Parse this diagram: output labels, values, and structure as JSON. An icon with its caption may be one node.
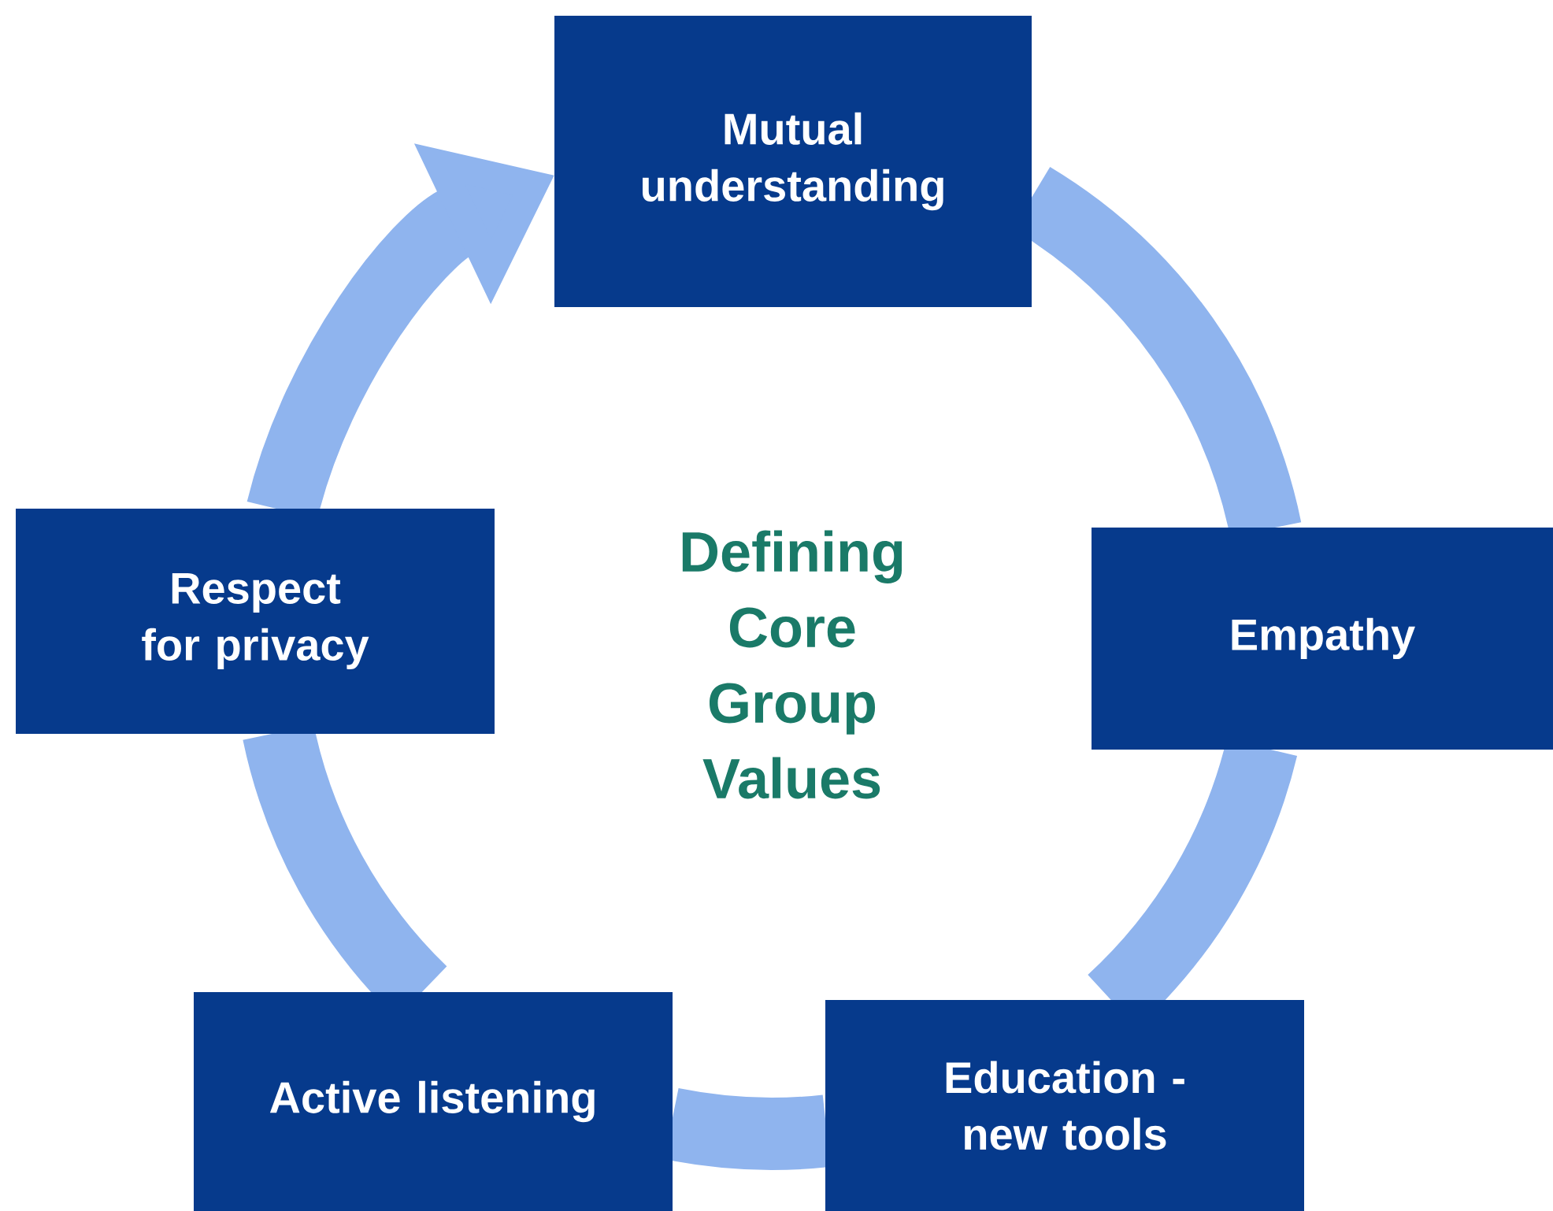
{
  "diagram": {
    "nodes": [
      {
        "text": [
          "Mutual understanding"
        ]
      },
      {
        "text": [
          "Empathy"
        ]
      },
      {
        "text": [
          "Education - new tools"
        ]
      },
      {
        "text": [
          "Active listening"
        ]
      },
      {
        "text": [
          "Respect for privacy"
        ]
      }
    ],
    "edges": [
      {
        "from": 0,
        "to": 1,
        "arrow": "none"
      },
      {
        "from": 1,
        "to": 2,
        "arrow": "none"
      },
      {
        "from": 2,
        "to": 3,
        "arrow": "none"
      },
      {
        "from": 3,
        "to": 4,
        "arrow": "none"
      },
      {
        "from": 4,
        "to": 0,
        "arrow": "to"
      }
    ],
    "labels": [
      "Defining Core Group Values"
    ]
  }
}
